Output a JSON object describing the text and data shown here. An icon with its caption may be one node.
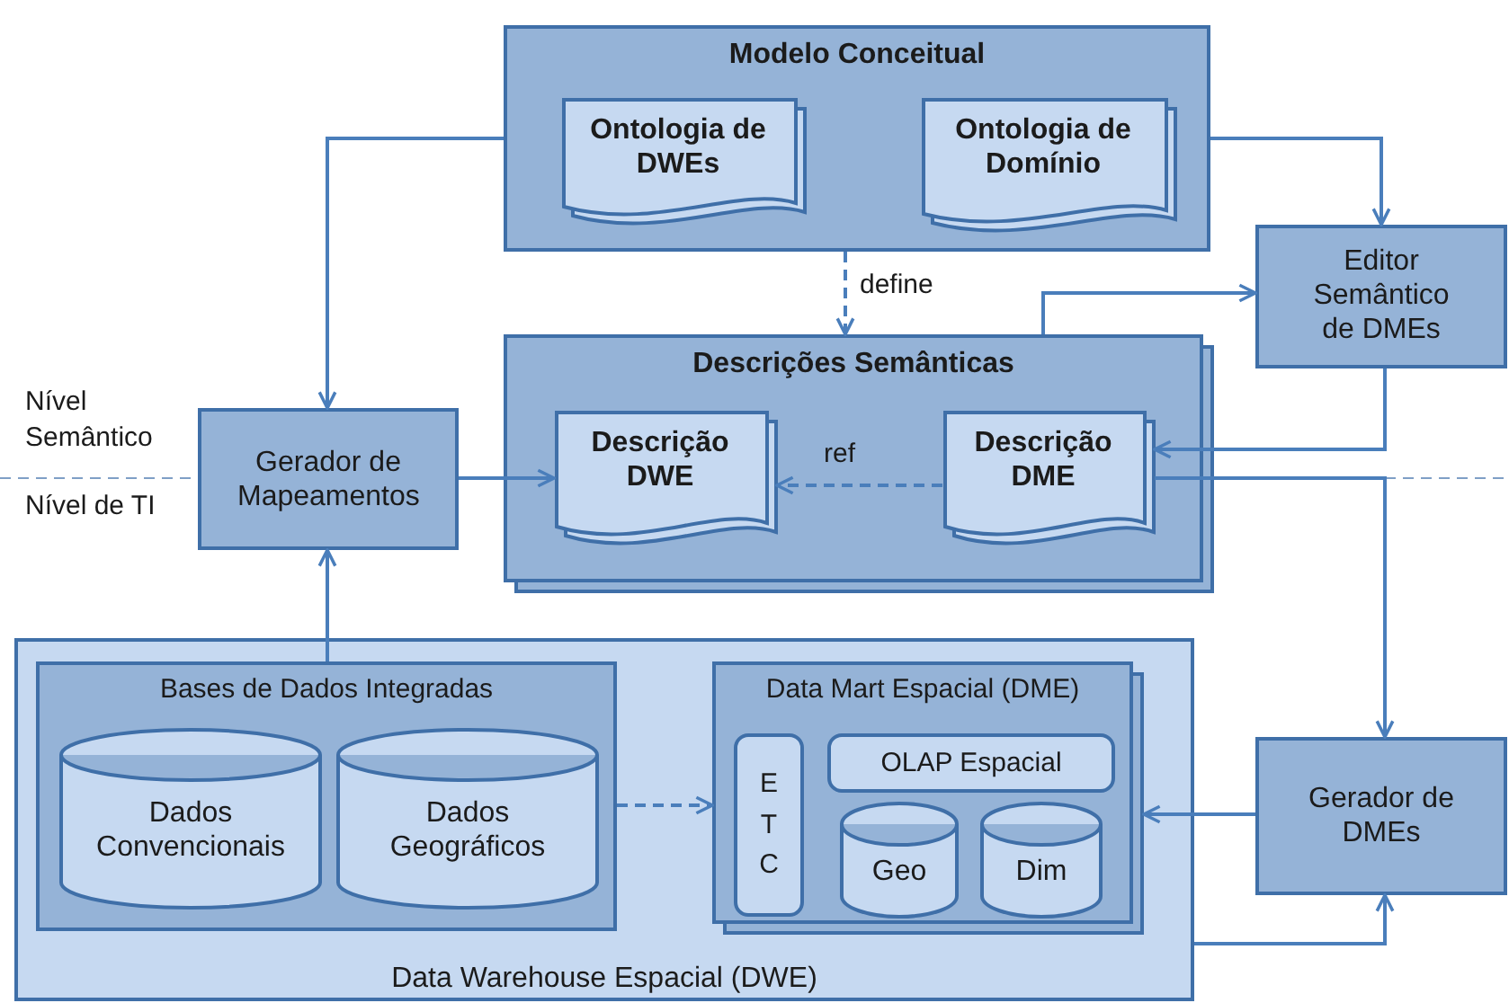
{
  "diagram": {
    "nodes": [
      {
        "text": [
          "Modelo Conceitual"
        ]
      },
      {
        "text": [
          "Ontologia de DWEs"
        ],
        "in": 0
      },
      {
        "text": [
          "Ontologia de Domínio"
        ],
        "in": 0
      },
      {
        "text": [
          "Editor Semântico de DMEs"
        ]
      },
      {
        "text": [
          "Descrições Semânticas"
        ]
      },
      {
        "text": [
          "Descrição DWE"
        ],
        "in": 4
      },
      {
        "text": [
          "Descrição DME"
        ],
        "in": 4
      },
      {
        "text": [
          "Gerador de Mapeamentos"
        ]
      },
      {
        "text": [
          "Data Warehouse Espacial (DWE)"
        ]
      },
      {
        "text": [
          "Bases de Dados Integradas"
        ],
        "in": 8
      },
      {
        "text": [
          "Dados Convencionais"
        ],
        "in": 9
      },
      {
        "text": [
          "Dados Geográficos"
        ],
        "in": 9
      },
      {
        "text": [
          "Data Mart Espacial (DME)"
        ],
        "in": 8
      },
      {
        "text": [
          "ETC"
        ],
        "in": 12
      },
      {
        "text": [
          "OLAP Espacial"
        ],
        "in": 12
      },
      {
        "text": [
          "Geo"
        ],
        "in": 12
      },
      {
        "text": [
          "Dim"
        ],
        "in": 12
      },
      {
        "text": [
          "Gerador de DMEs"
        ]
      }
    ],
    "edges": [
      {
        "from": 0,
        "to": 7,
        "arrow": "to"
      },
      {
        "from": 0,
        "to": 3,
        "arrow": "to"
      },
      {
        "from": 0,
        "to": 4,
        "arrow": "to",
        "label": "define",
        "style": "dashed"
      },
      {
        "from": 4,
        "to": 3,
        "arrow": "to"
      },
      {
        "from": 3,
        "to": 6,
        "arrow": "to"
      },
      {
        "from": 7,
        "to": 5,
        "arrow": "to"
      },
      {
        "from": 6,
        "to": 5,
        "arrow": "to",
        "label": "ref",
        "style": "dashed"
      },
      {
        "from": 6,
        "to": 17,
        "arrow": "to"
      },
      {
        "from": 9,
        "to": 7,
        "arrow": "to"
      },
      {
        "from": 9,
        "to": 12,
        "arrow": "to",
        "style": "dashed"
      },
      {
        "from": 17,
        "to": 12,
        "arrow": "to"
      },
      {
        "from": 8,
        "to": 17,
        "arrow": "to"
      }
    ],
    "labels": [
      "Nível Semântico",
      "Nível de TI"
    ]
  }
}
